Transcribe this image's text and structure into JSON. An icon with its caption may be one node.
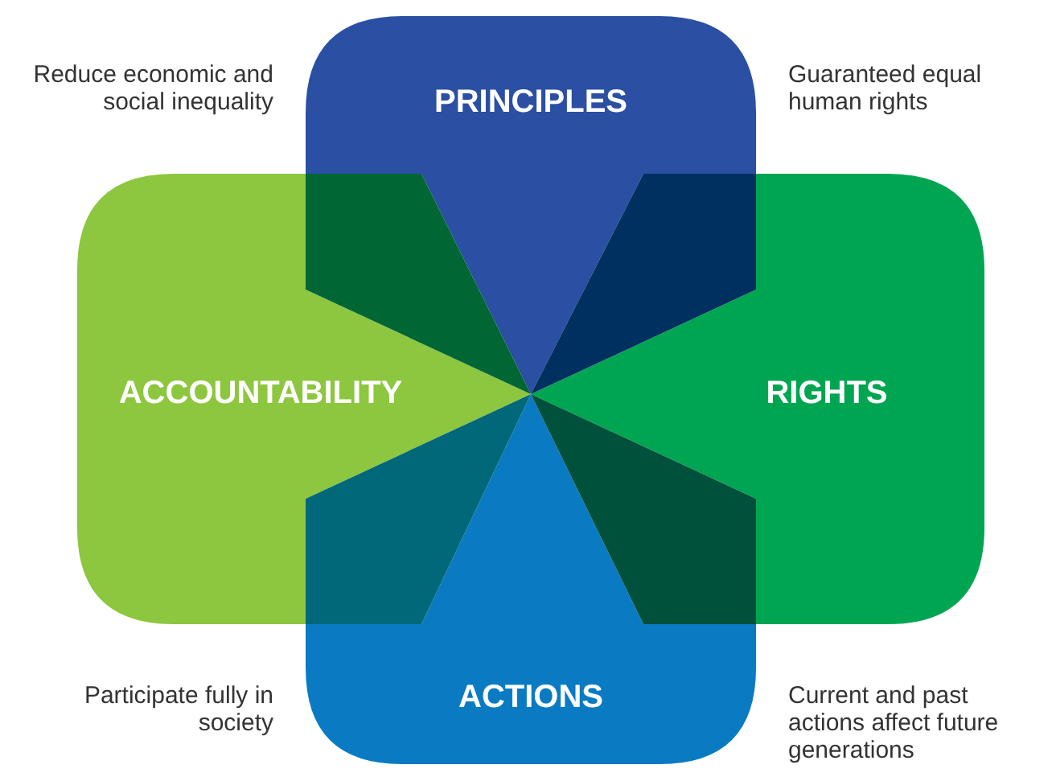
{
  "diagram": {
    "nodes": [
      {
        "text": [
          "PRINCIPLES"
        ]
      },
      {
        "text": [
          "ACCOUNTABILITY"
        ]
      },
      {
        "text": [
          "RIGHTS"
        ]
      },
      {
        "text": [
          "ACTIONS"
        ]
      }
    ],
    "labels": [
      "Reduce economic and social inequality",
      "Guaranteed equal human rights",
      "Participate fully in society",
      "Current and past actions affect future generations"
    ]
  }
}
